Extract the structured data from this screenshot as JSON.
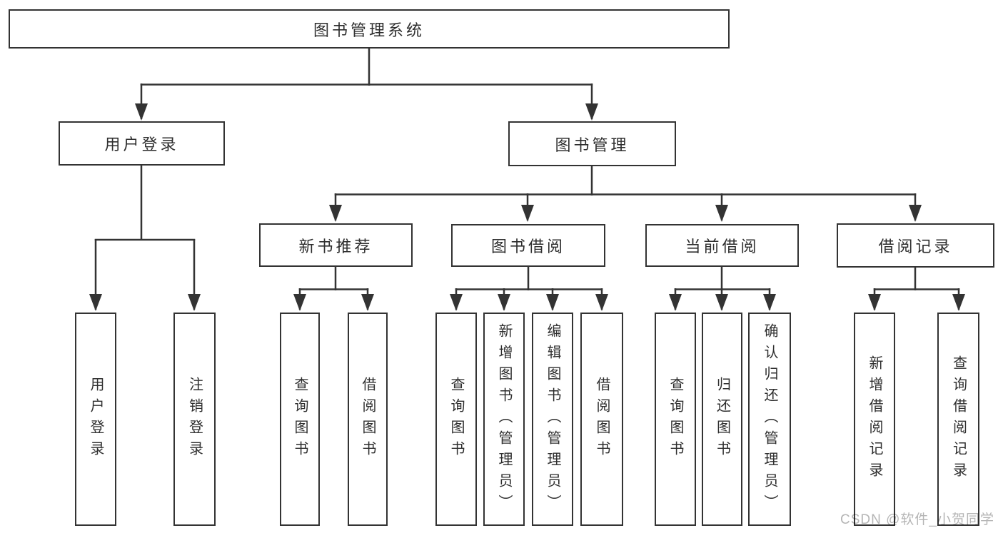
{
  "diagram": {
    "root": {
      "label": "图书管理系统"
    },
    "branches": [
      {
        "label": "用户登录",
        "children": [
          {
            "label": "用户登录"
          },
          {
            "label": "注销登录"
          }
        ]
      },
      {
        "label": "图书管理",
        "children": [
          {
            "label": "新书推荐",
            "children": [
              {
                "label": "查询图书"
              },
              {
                "label": "借阅图书"
              }
            ]
          },
          {
            "label": "图书借阅",
            "children": [
              {
                "label": "查询图书"
              },
              {
                "label": "新增图书（管理员）"
              },
              {
                "label": "编辑图书（管理员）"
              },
              {
                "label": "借阅图书"
              }
            ]
          },
          {
            "label": "当前借阅",
            "children": [
              {
                "label": "查询图书"
              },
              {
                "label": "归还图书"
              },
              {
                "label": "确认归还（管理员）"
              }
            ]
          },
          {
            "label": "借阅记录",
            "children": [
              {
                "label": "新增借阅记录"
              },
              {
                "label": "查询借阅记录"
              }
            ]
          }
        ]
      }
    ]
  },
  "watermark": {
    "text": "CSDN @软件_小贺同学"
  },
  "colors": {
    "line": "#333333",
    "box_border": "#333333",
    "box_background": "#ffffff",
    "text": "#2e2e2e",
    "watermark": "#b5b5b5"
  }
}
